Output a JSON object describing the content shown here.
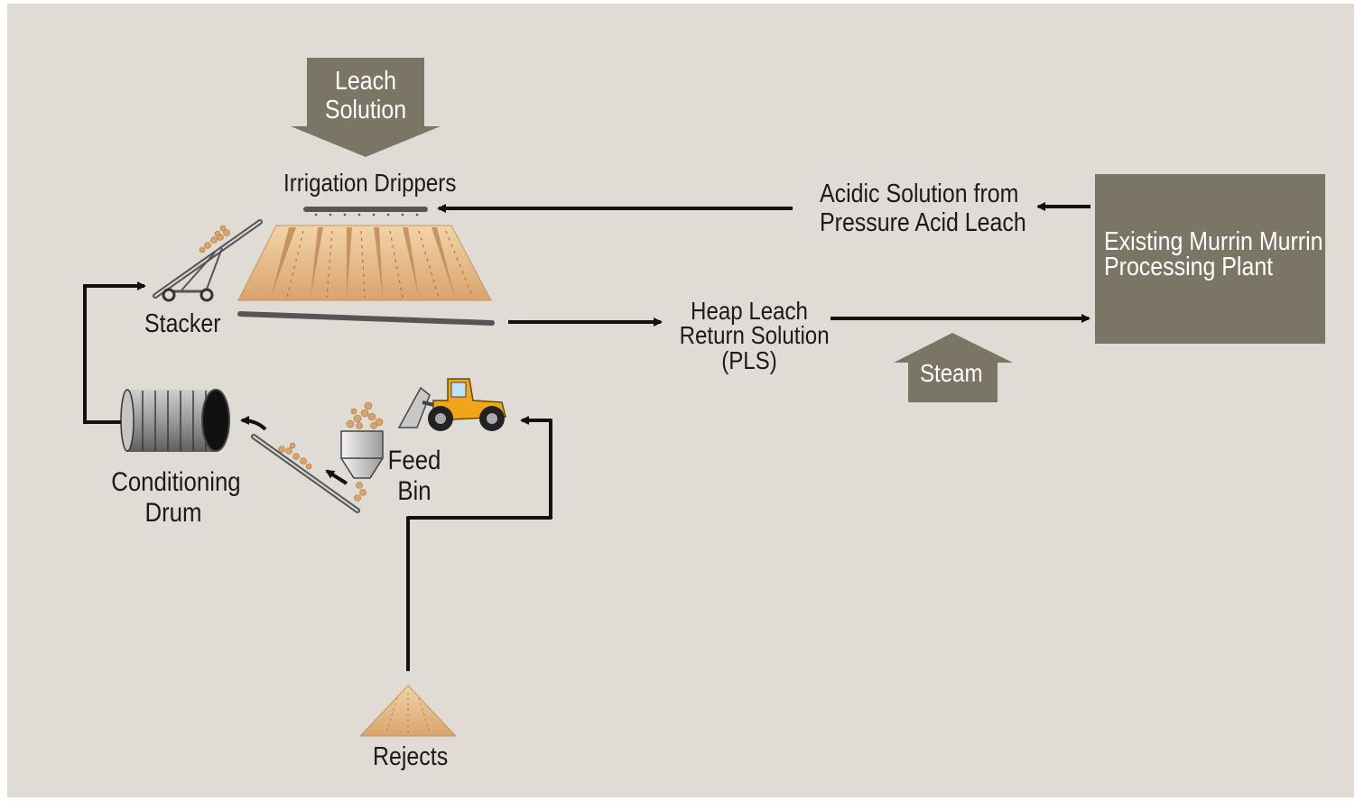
{
  "labels": {
    "leach_solution_1": "Leach",
    "leach_solution_2": "Solution",
    "irrigation_drippers": "Irrigation Drippers",
    "acidic_solution_1": "Acidic Solution from",
    "acidic_solution_2": "Pressure Acid Leach",
    "plant_1": "Existing Murrin Murrin",
    "plant_2": "Processing Plant",
    "stacker": "Stacker",
    "heap_leach_1": "Heap Leach",
    "heap_leach_2": "Return Solution",
    "heap_leach_3": "(PLS)",
    "steam": "Steam",
    "conditioning_1": "Conditioning",
    "conditioning_2": "Drum",
    "feed_1": "Feed",
    "feed_2": "Bin",
    "rejects": "Rejects"
  },
  "colors": {
    "background": "#e0dcd5",
    "box": "#7b7566",
    "heap": "#e2b47e",
    "heap_dark": "#b98252",
    "loader": "#f0a51c",
    "line": "#111111"
  }
}
